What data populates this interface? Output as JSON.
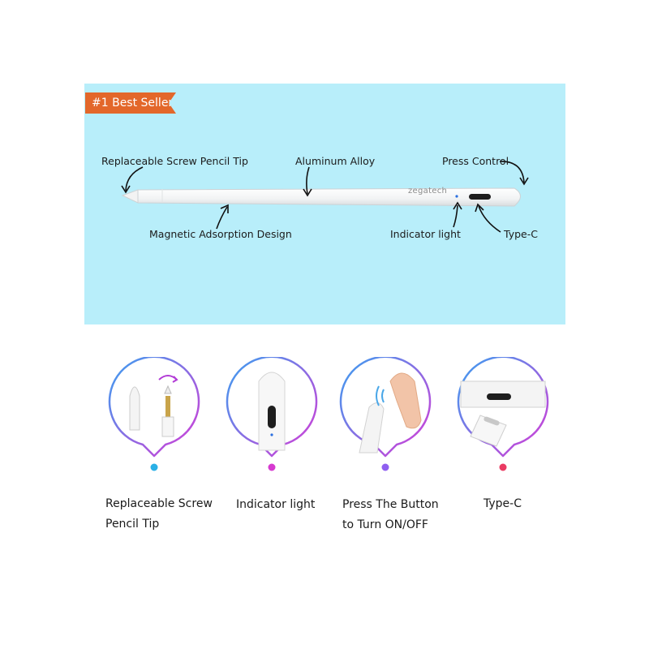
{
  "badge": {
    "text": "#1 Best Seller"
  },
  "pen": {
    "brand": "zegatech",
    "callouts": {
      "tip": "Replaceable Screw Pencil Tip",
      "alloy": "Aluminum Alloy",
      "press": "Press Control",
      "magnetic": "Magnetic Adsorption Design",
      "indicator": "Indicator light",
      "typec": "Type-C"
    }
  },
  "features": [
    {
      "line1": "Replaceable Screw",
      "line2": "Pencil Tip",
      "dot_color": "#2ab0e6"
    },
    {
      "line1": "Indicator light",
      "line2": "",
      "dot_color": "#d63ad0"
    },
    {
      "line1": "Press The Button",
      "line2": "to Turn ON/OFF",
      "dot_color": "#8f5ff0"
    },
    {
      "line1": "Type-C",
      "line2": "",
      "dot_color": "#ea3b63"
    }
  ],
  "colors": {
    "banner": "#b8eefa",
    "badge": "#e3672a"
  }
}
